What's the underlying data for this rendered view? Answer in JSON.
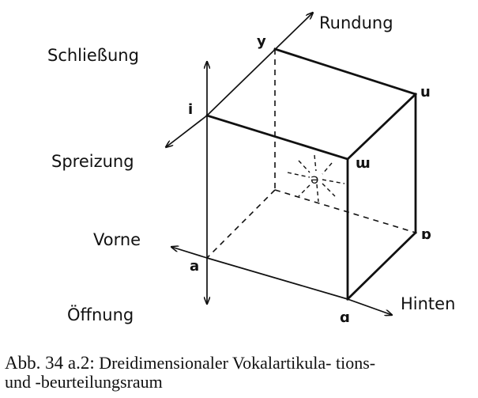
{
  "dimension_labels": {
    "schliessung": "Schließung",
    "spreizung": "Spreizung",
    "vorne": "Vorne",
    "oeffnung": "Öffnung",
    "rundung": "Rundung",
    "hinten": "Hinten"
  },
  "vowels": {
    "y": "y",
    "i": "i",
    "u": "u",
    "unrounded_high_back": "ɯ",
    "schwa": "ə",
    "a": "a",
    "open_back_rounded": "ɒ",
    "open_back": "ɑ"
  },
  "caption": {
    "prefix": "Abb. 34 a.2:",
    "line1_text": "Dreidimensionaler Vokalartikula- tions-",
    "line2_text": "und -beurteilungsraum"
  }
}
